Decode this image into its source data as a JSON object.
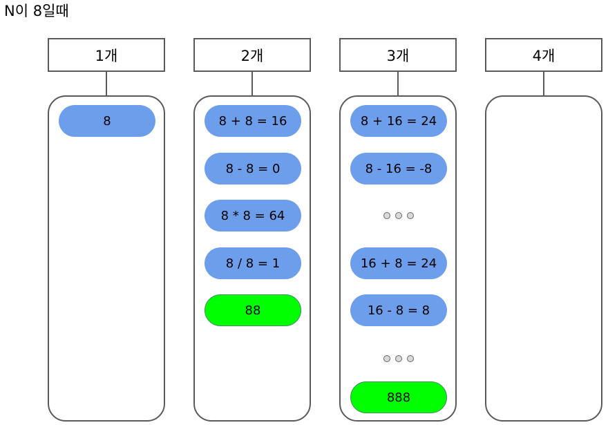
{
  "title": "N이 8일때",
  "columns": [
    {
      "header": "1개",
      "items": [
        {
          "kind": "expr",
          "text": "8"
        }
      ]
    },
    {
      "header": "2개",
      "items": [
        {
          "kind": "expr",
          "text": "8 + 8 = 16"
        },
        {
          "kind": "expr",
          "text": "8 - 8 = 0"
        },
        {
          "kind": "expr",
          "text": "8 * 8 = 64"
        },
        {
          "kind": "expr",
          "text": "8 / 8 = 1"
        },
        {
          "kind": "combo",
          "text": "88"
        }
      ]
    },
    {
      "header": "3개",
      "items": [
        {
          "kind": "expr",
          "text": "8 + 16 = 24"
        },
        {
          "kind": "expr",
          "text": "8 - 16 = -8"
        },
        {
          "kind": "ellipsis"
        },
        {
          "kind": "expr",
          "text": "16 + 8 = 24"
        },
        {
          "kind": "expr",
          "text": "16 - 8 = 8"
        },
        {
          "kind": "ellipsis"
        },
        {
          "kind": "combo",
          "text": "888"
        }
      ]
    },
    {
      "header": "4개",
      "items": []
    }
  ],
  "colors": {
    "expression_pill": "#6d9eeb",
    "concatenation_pill": "#00ff00",
    "border": "#595959"
  }
}
